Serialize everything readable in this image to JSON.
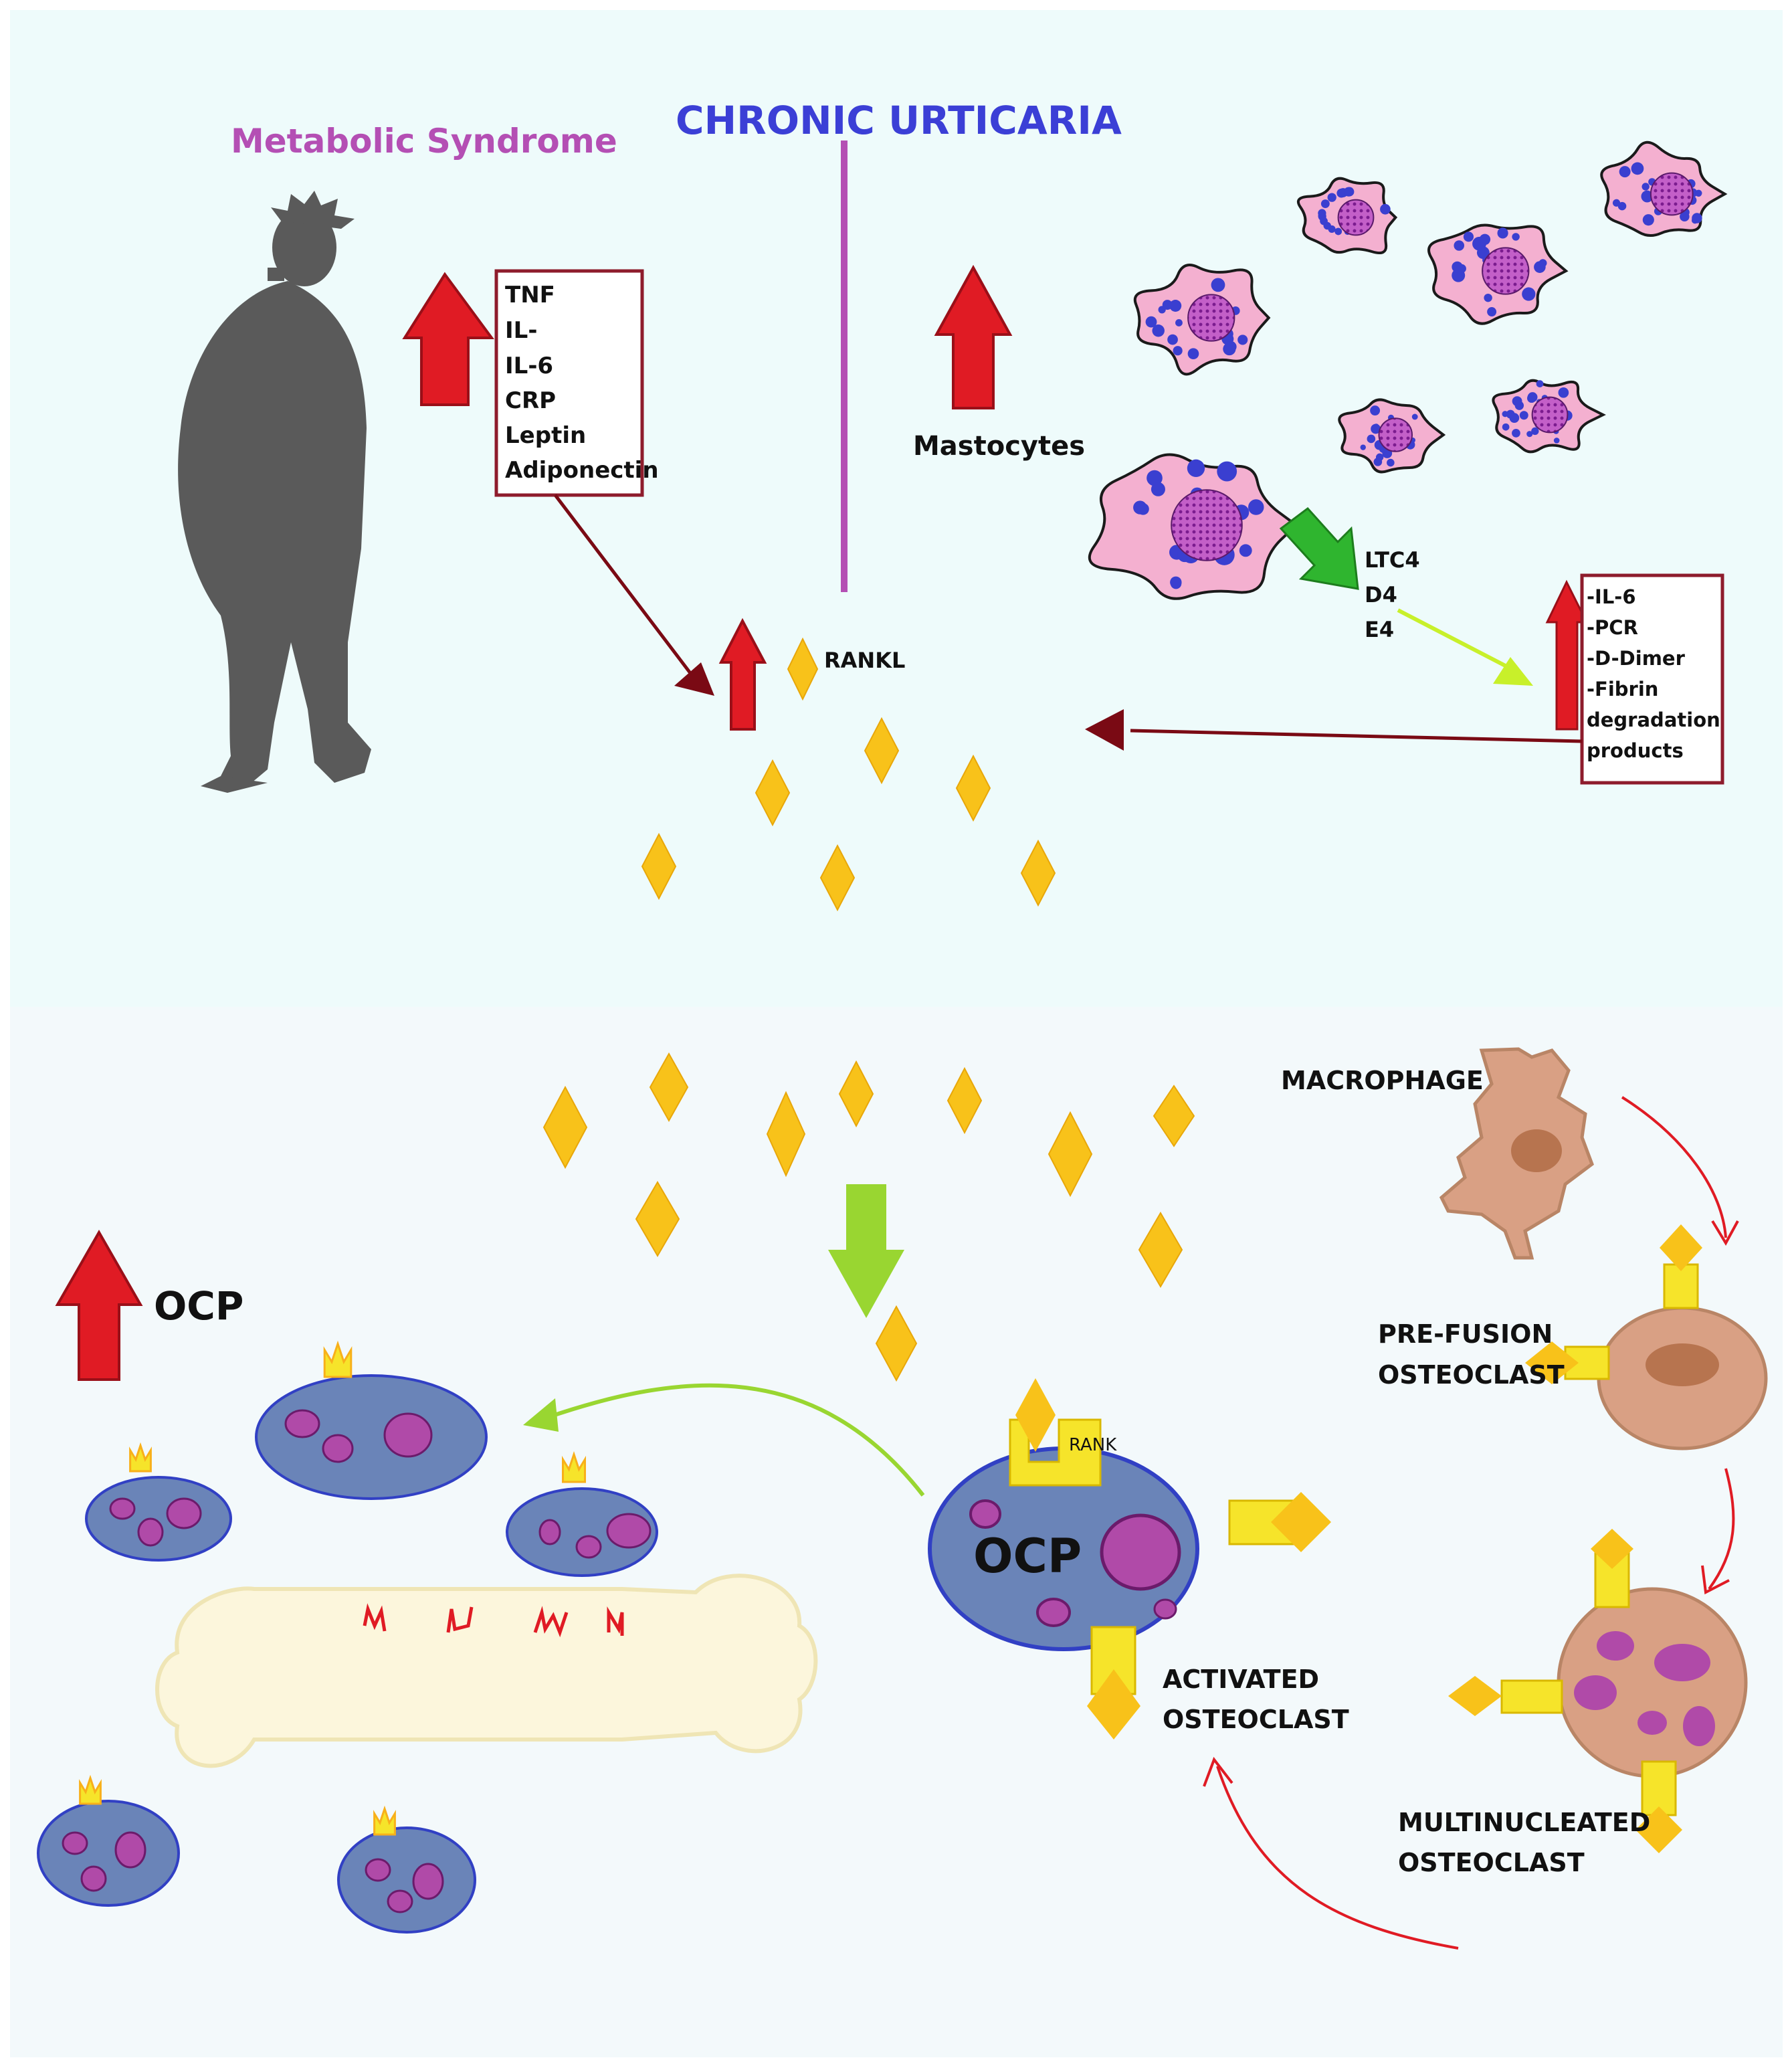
{
  "top_panel": {
    "left_title": "Metabolic Syndrome",
    "center_title": "CHRONIC URTICARIA",
    "metabolic_markers": [
      "TNF",
      "IL-",
      "IL-6",
      "CRP",
      "Leptin",
      "Adiponectin"
    ],
    "mastocytes_label": "Mastocytes",
    "leukotrienes": [
      "LTC4",
      "D4",
      "E4"
    ],
    "urticaria_markers": [
      "-IL-6",
      "-PCR",
      "-D-Dimer",
      "-Fibrin",
      "degradation",
      "products"
    ],
    "rankl_label": "RANKL"
  },
  "bottom_panel": {
    "ocp_up_label": "OCP",
    "ocp_cell_label": "OCP",
    "rank_label": "RANK",
    "macrophage_label": "MACROPHAGE",
    "prefusion_label": [
      "PRE-FUSION",
      "OSTEOCLAST"
    ],
    "activated_label": [
      "ACTIVATED",
      "OSTEOCLAST"
    ],
    "multinucleated_label": [
      "MULTINUCLEATED",
      "OSTEOCLAST"
    ]
  },
  "colors": {
    "top_background": "#eefbfb",
    "bottom_background": "#f3f9fb",
    "metabolic_title": "#b44fb4",
    "urticaria_title": "#3b3fd6",
    "red_arrow": "#e01b24",
    "dark_red_arrow": "#7a0a14",
    "rankl_diamond": "#f8c21a",
    "ocp_cell": "#6a84b8",
    "nucleus": "#b04aa8",
    "osteoclast": "#d9a084",
    "mast_cell": "#f4b0d0",
    "bone": "#fcf6dc",
    "green_arrow": "#99d631"
  }
}
